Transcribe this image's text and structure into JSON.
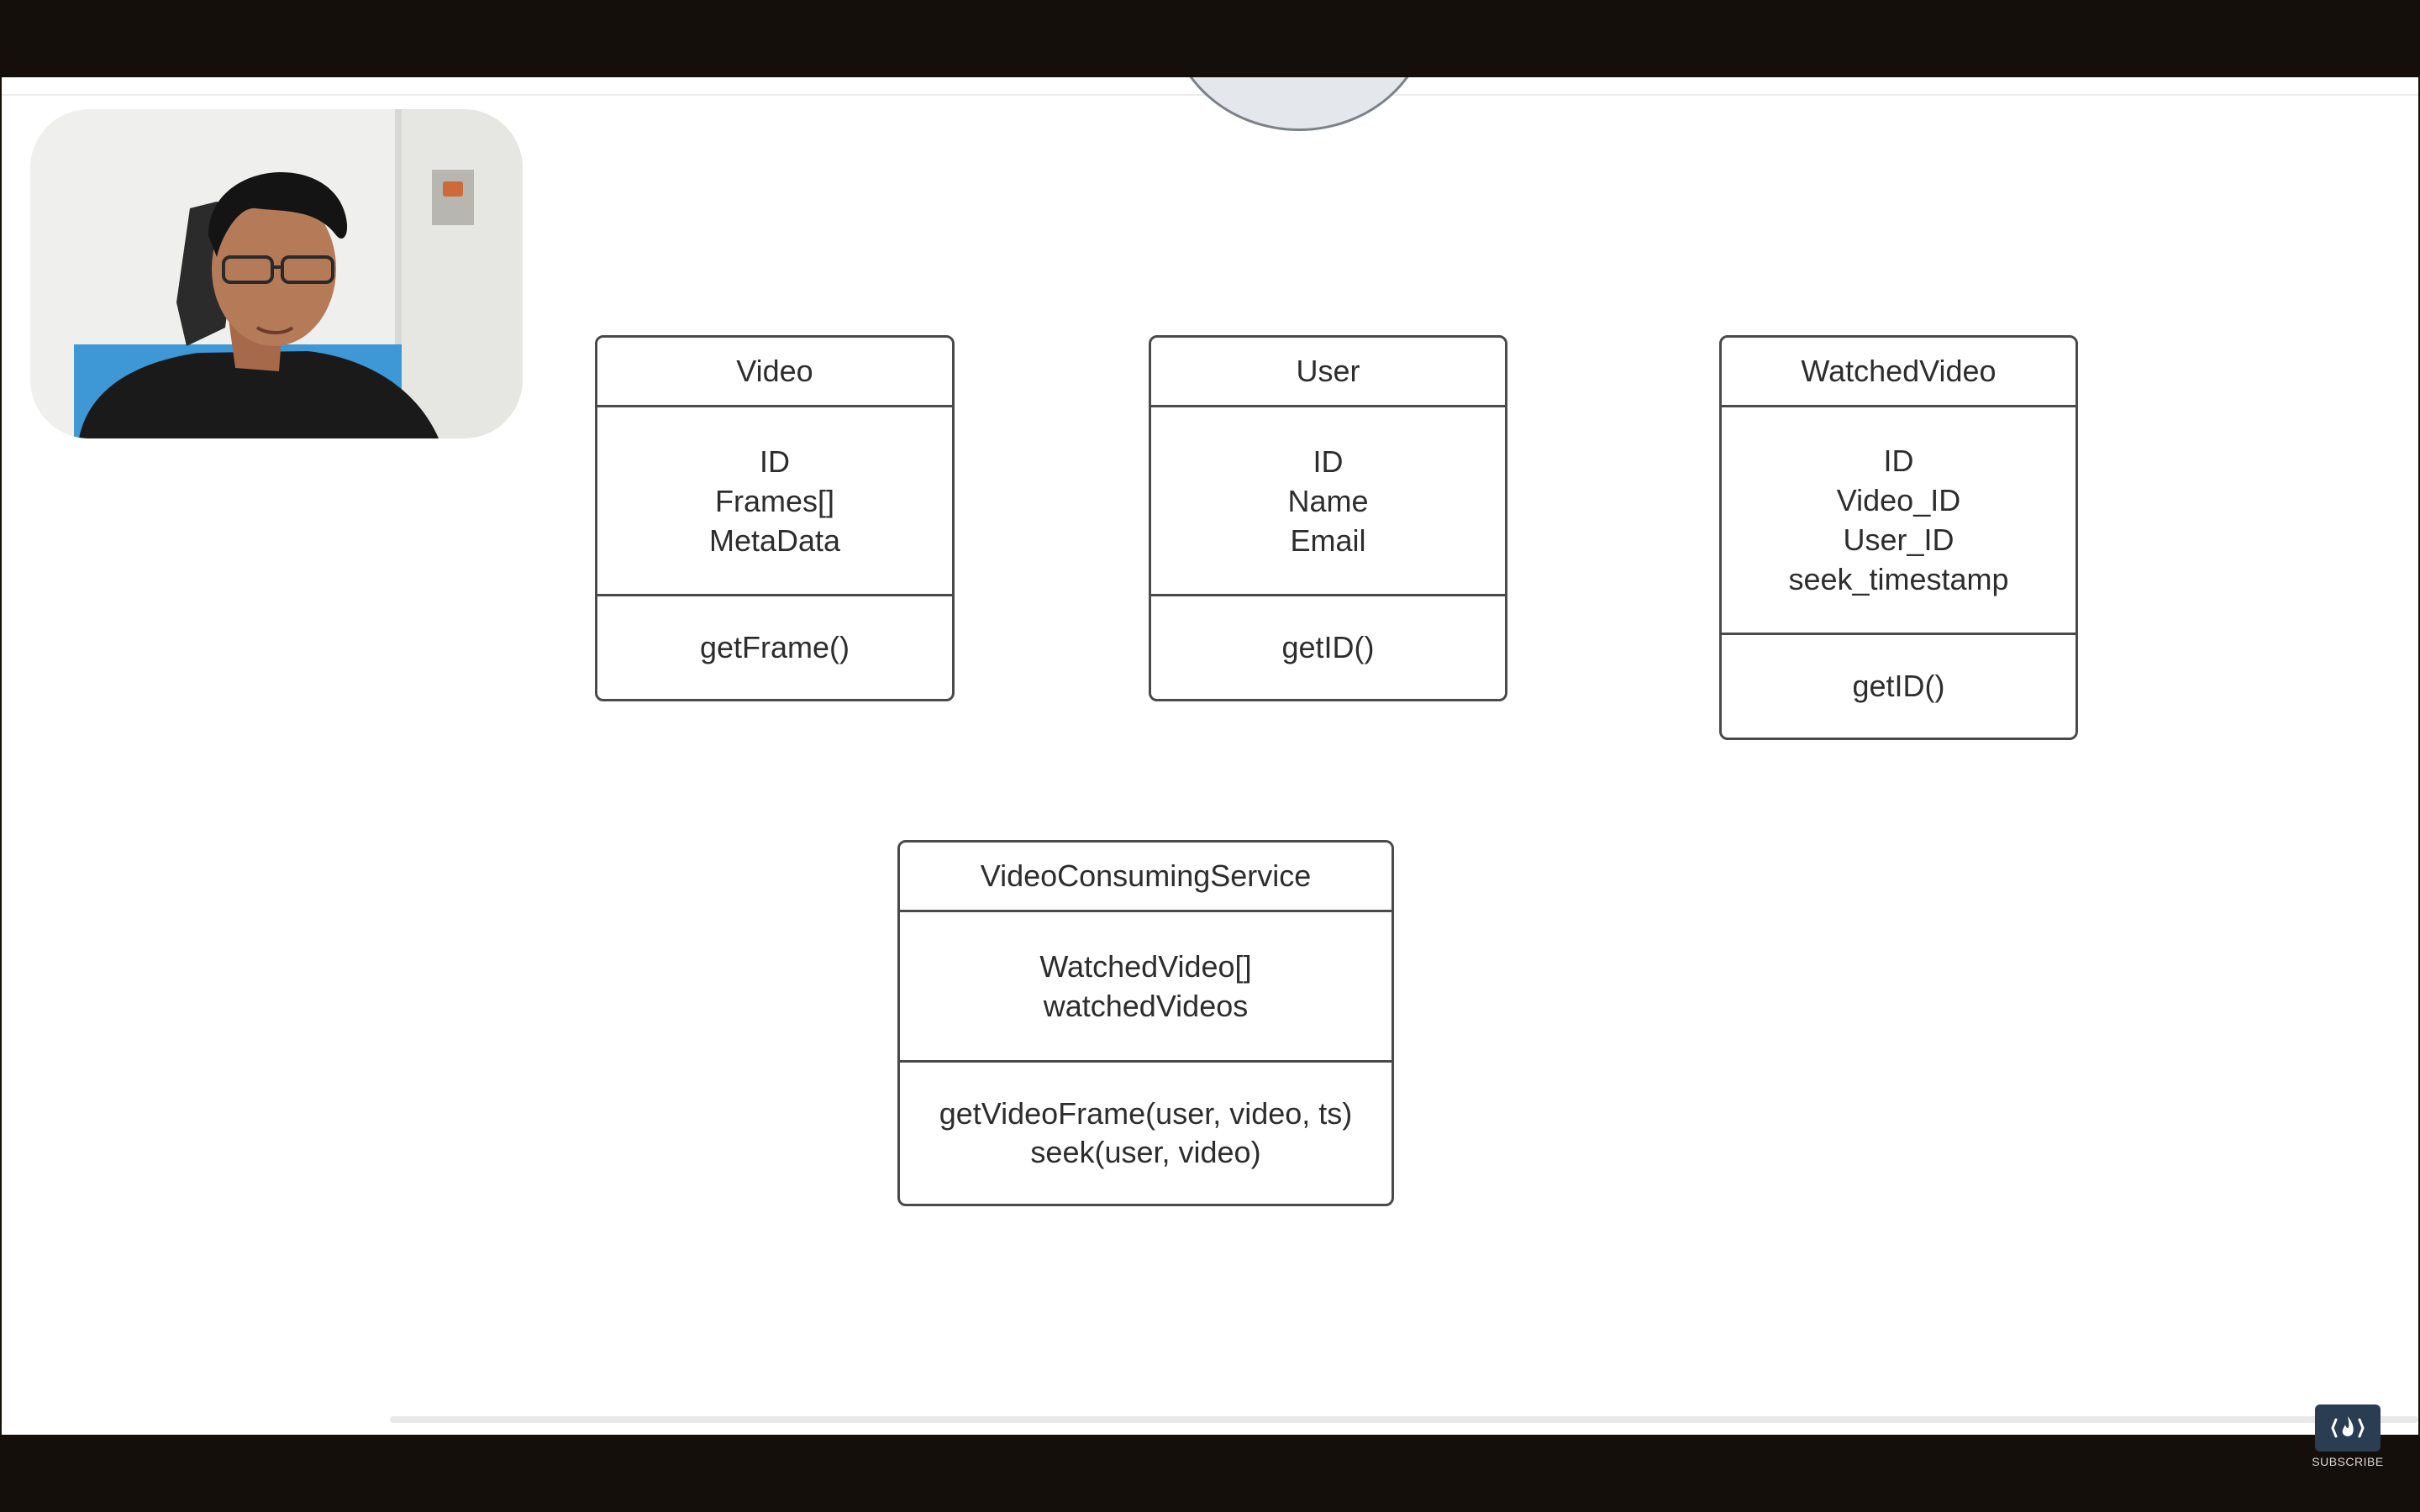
{
  "classes": {
    "video": {
      "name": "Video",
      "attributes": [
        "ID",
        "Frames[]",
        "MetaData"
      ],
      "methods": [
        "getFrame()"
      ]
    },
    "user": {
      "name": "User",
      "attributes": [
        "ID",
        "Name",
        "Email"
      ],
      "methods": [
        "getID()"
      ]
    },
    "watched_video": {
      "name": "WatchedVideo",
      "attributes": [
        "ID",
        "Video_ID",
        "User_ID",
        "seek_timestamp"
      ],
      "methods": [
        "getID()"
      ]
    },
    "video_consuming_service": {
      "name": "VideoConsumingService",
      "attributes": [
        "WatchedVideo[]",
        "watchedVideos"
      ],
      "methods": [
        "getVideoFrame(user, video, ts)",
        "seek(user, video)"
      ]
    }
  },
  "badge": {
    "subscribe_label": "SUBSCRIBE",
    "icon": "flame-icon"
  },
  "colors": {
    "letterbox": "#150f0c",
    "canvas": "#ffffff",
    "box_border": "#4a4a4a",
    "text": "#2d2d2d",
    "badge_bg": "#2b3d52"
  }
}
